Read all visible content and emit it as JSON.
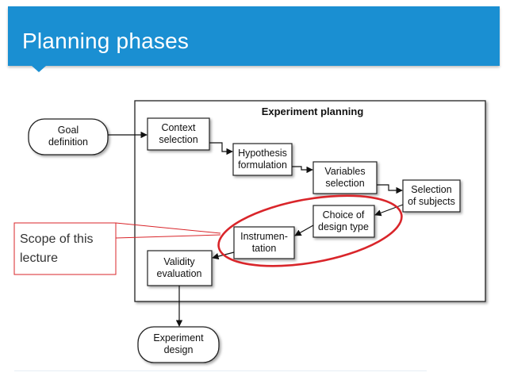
{
  "header": {
    "title": "Planning phases",
    "color": "#1a8fd2"
  },
  "diagram": {
    "panel_title": "Experiment planning",
    "nodes": {
      "goal": [
        "Goal",
        "definition"
      ],
      "context": [
        "Context",
        "selection"
      ],
      "hypothesis": [
        "Hypothesis",
        "formulation"
      ],
      "variables": [
        "Variables",
        "selection"
      ],
      "subjects": [
        "Selection",
        "of subjects"
      ],
      "design_type": [
        "Choice of",
        "design type"
      ],
      "instrumentation": [
        "Instrumen-",
        "tation"
      ],
      "validity": [
        "Validity",
        "evaluation"
      ],
      "experiment_design": [
        "Experiment",
        "design"
      ]
    },
    "callout": {
      "lines": [
        "Scope of this",
        "lecture"
      ],
      "color": "#d9252a"
    }
  }
}
